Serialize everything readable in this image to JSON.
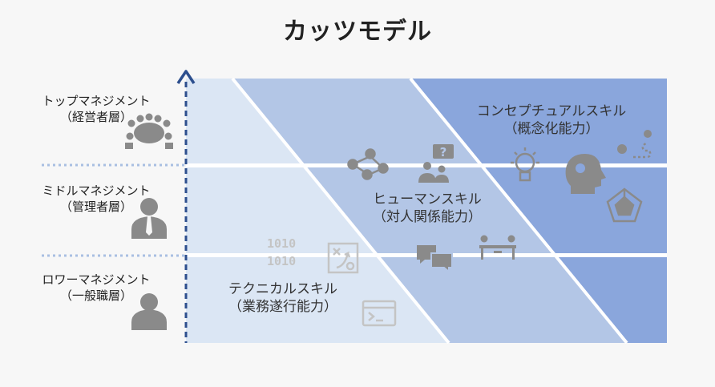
{
  "title": "カッツモデル",
  "levels": [
    {
      "name": "トップマネジメント",
      "sub": "（経営者層）"
    },
    {
      "name": "ミドルマネジメント",
      "sub": "（管理者層）"
    },
    {
      "name": "ロワーマネジメント",
      "sub": "（一般職層）"
    }
  ],
  "skills": [
    {
      "name": "コンセプチュアルスキル",
      "sub": "（概念化能力）"
    },
    {
      "name": "ヒューマンスキル",
      "sub": "（対人関係能力）"
    },
    {
      "name": "テクニカルスキル",
      "sub": "（業務遂行能力）"
    }
  ],
  "icon_text": {
    "binary_row1": "1010",
    "binary_row2": "1010",
    "question": "?"
  },
  "colors": {
    "background": "#f7f7f7",
    "technical_band": "#dbe6f4",
    "human_band": "#b3c6e6",
    "conceptual_band": "#8aa6dc",
    "axis": "#2d4f8e",
    "icon": "#8a8a8a"
  }
}
